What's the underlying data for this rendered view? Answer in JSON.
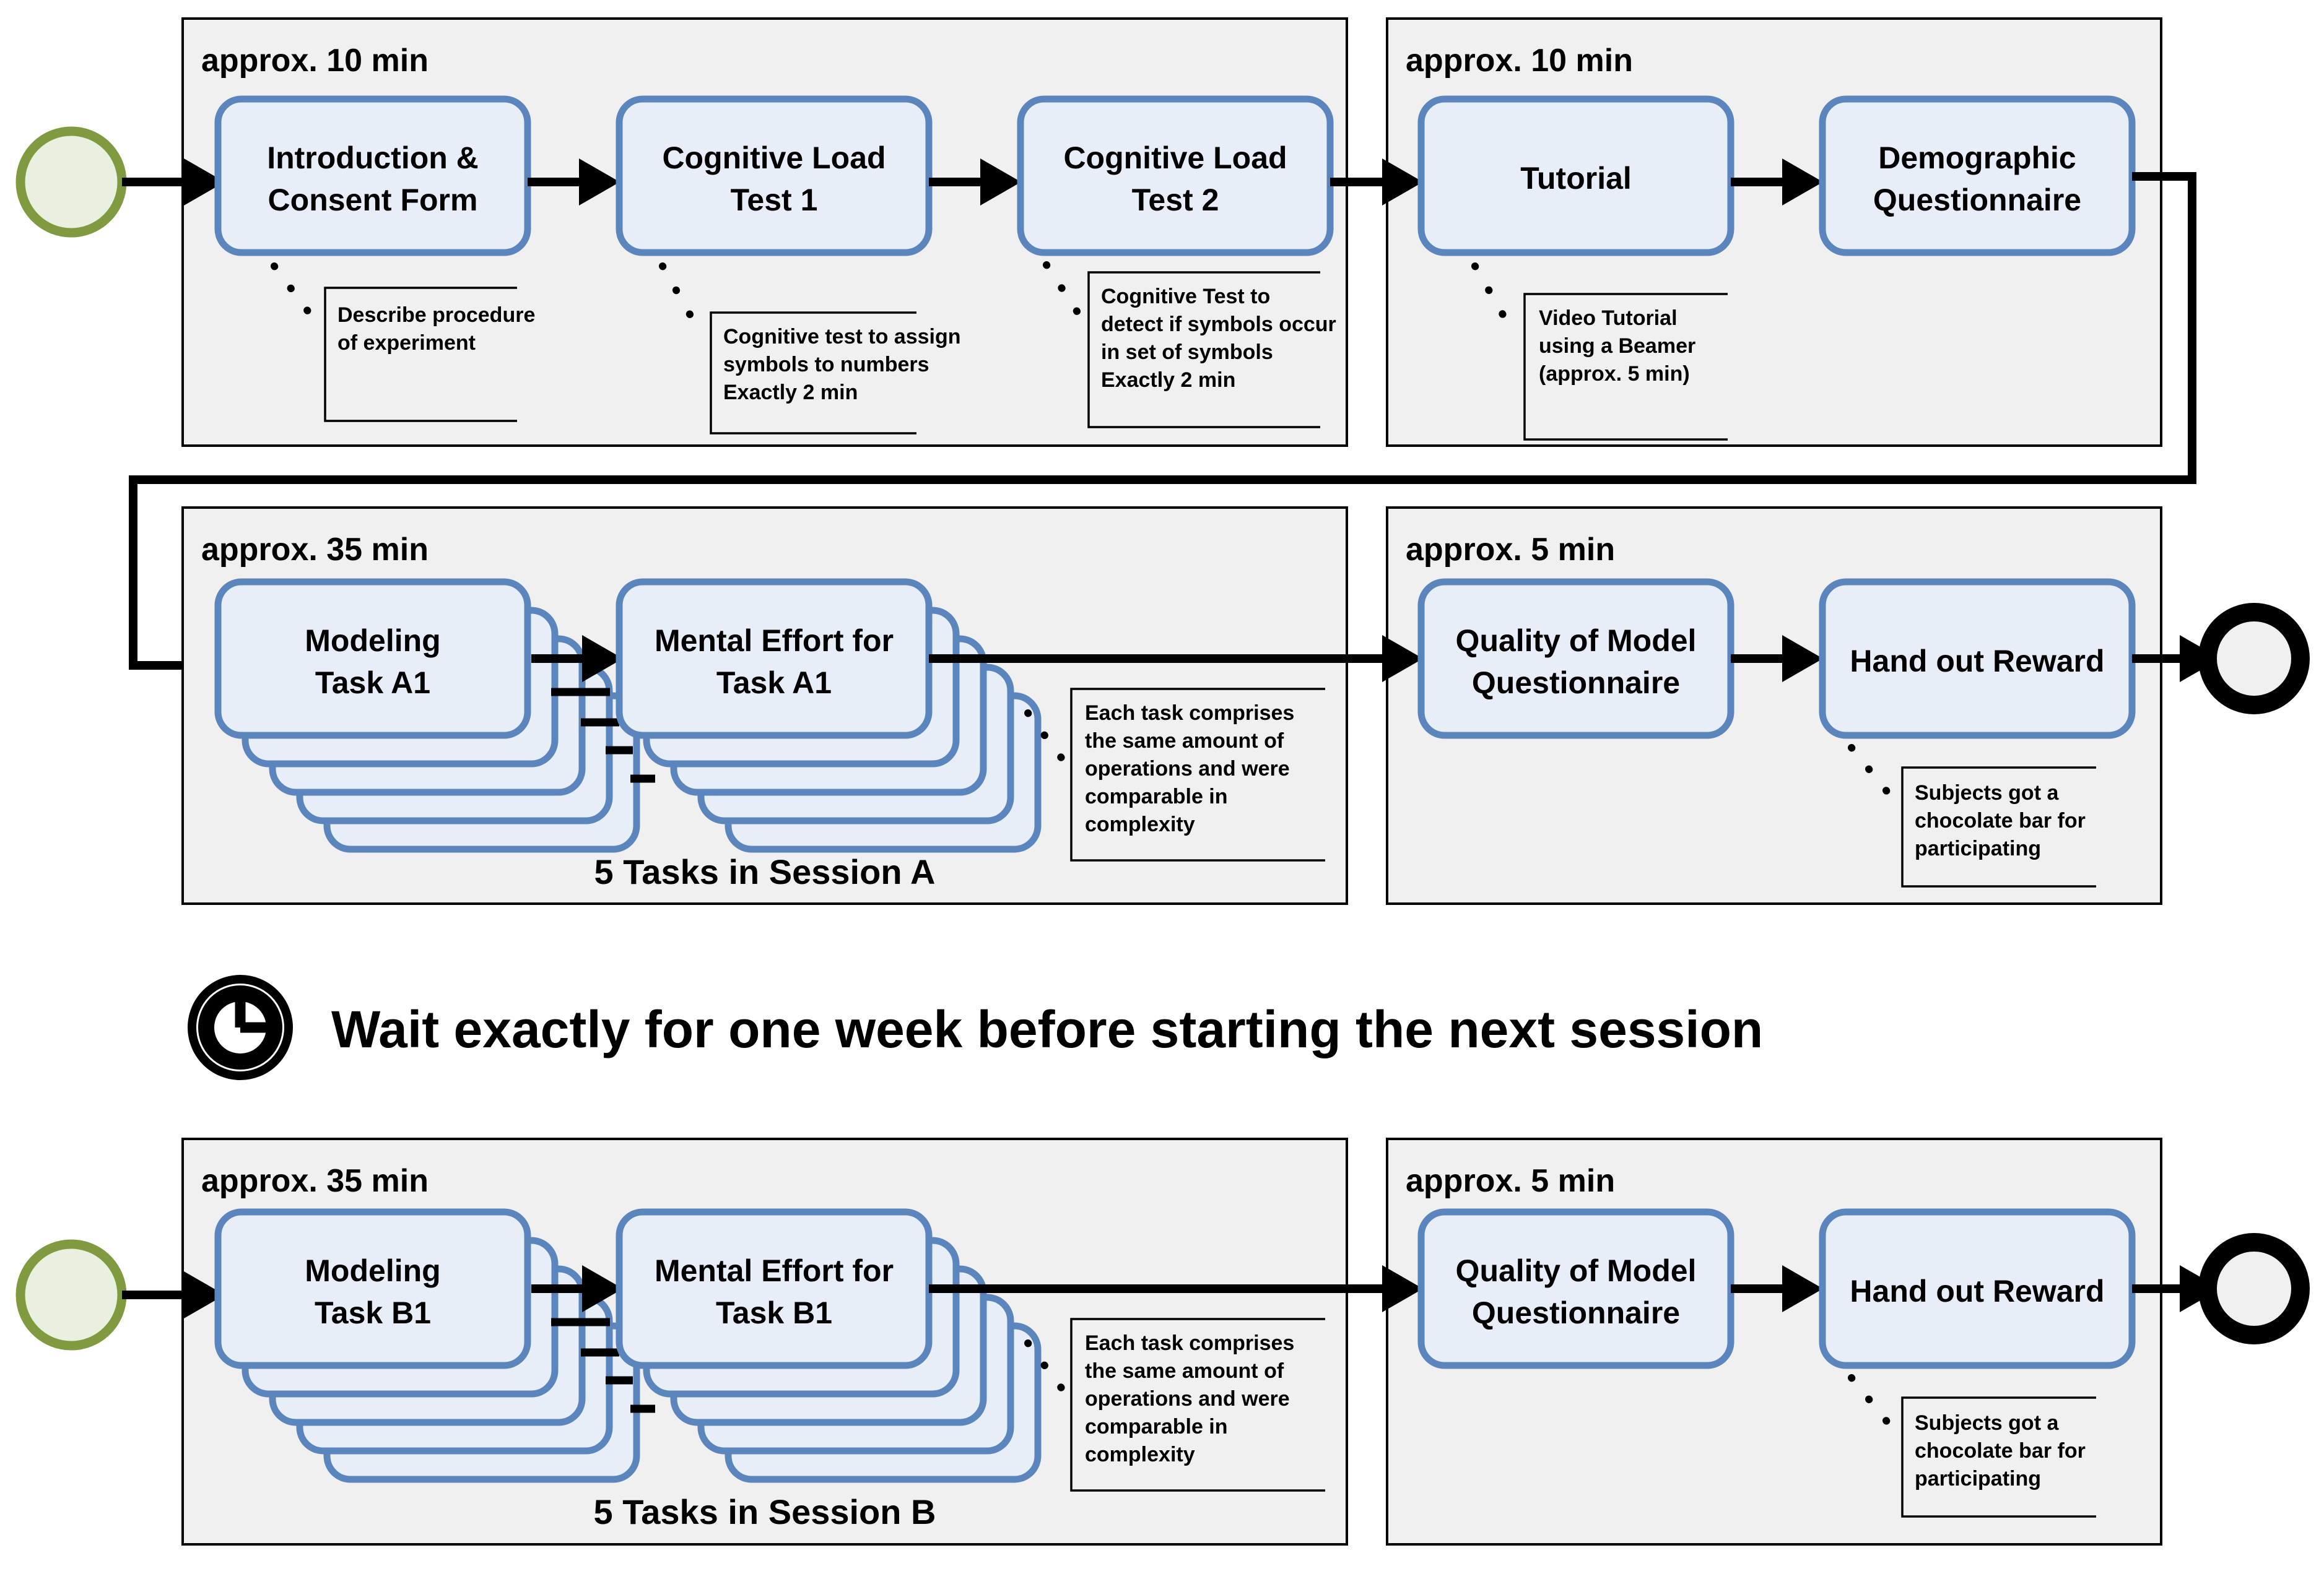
{
  "diagram": {
    "title": "Experiment procedure BPMN diagram",
    "colors": {
      "panel_fill": "#f0f0f0",
      "panel_stroke": "#000000",
      "task_fill": "#e8eef8",
      "task_stroke": "#5b85bd",
      "start_event_fill": "#eaf0e0",
      "start_event_stroke": "#7f9a3f",
      "end_event_fill": "#f0f0f0",
      "end_event_stroke": "#000000",
      "flow_stroke": "#000000"
    }
  },
  "panels": [
    {
      "id": "panel-1",
      "duration_label": "approx. 10 min"
    },
    {
      "id": "panel-2",
      "duration_label": "approx. 10 min"
    },
    {
      "id": "panel-3",
      "duration_label": "approx. 35 min",
      "session_label": "5 Tasks in Session A"
    },
    {
      "id": "panel-4",
      "duration_label": "approx. 5 min"
    },
    {
      "id": "panel-5",
      "duration_label": "approx. 35 min",
      "session_label": "5 Tasks in Session B"
    },
    {
      "id": "panel-6",
      "duration_label": "approx. 5 min"
    }
  ],
  "tasks": {
    "introduction": {
      "line1": "Introduction &",
      "line2": "Consent Form"
    },
    "cognitive_load_1": {
      "line1": "Cognitive Load",
      "line2": "Test 1"
    },
    "cognitive_load_2": {
      "line1": "Cognitive Load",
      "line2": "Test 2"
    },
    "tutorial": {
      "line1": "Tutorial",
      "line2": ""
    },
    "demographic": {
      "line1": "Demographic",
      "line2": "Questionnaire"
    },
    "modeling_a1": {
      "line1": "Modeling",
      "line2": "Task A1"
    },
    "mental_effort_a1": {
      "line1": "Mental Effort for",
      "line2": "Task A1"
    },
    "quality_a": {
      "line1": "Quality of Model",
      "line2": "Questionnaire"
    },
    "reward_a": {
      "line1": "Hand out Reward",
      "line2": ""
    },
    "modeling_b1": {
      "line1": "Modeling",
      "line2": "Task B1"
    },
    "mental_effort_b1": {
      "line1": "Mental Effort for",
      "line2": "Task B1"
    },
    "quality_b": {
      "line1": "Quality of Model",
      "line2": "Questionnaire"
    },
    "reward_b": {
      "line1": "Hand out Reward",
      "line2": ""
    }
  },
  "notes": {
    "introduction_note": [
      "Describe procedure",
      "of experiment"
    ],
    "cognitive_1_note": [
      "Cognitive test to assign",
      "symbols to numbers",
      "Exactly 2 min"
    ],
    "cognitive_2_note": [
      "Cognitive Test to",
      "detect if symbols occur",
      "in set of symbols",
      "Exactly 2 min"
    ],
    "tutorial_note": [
      "Video Tutorial",
      "using a Beamer",
      "(approx. 5 min)"
    ],
    "task_note_a": [
      "Each task comprises",
      "the same amount of",
      "operations and were",
      "comparable in",
      "complexity"
    ],
    "reward_note_a": [
      "Subjects got a",
      "chocolate bar for",
      "participating"
    ],
    "task_note_b": [
      "Each task comprises",
      "the same amount of",
      "operations and were",
      "comparable in",
      "complexity"
    ],
    "reward_note_b": [
      "Subjects got a",
      "chocolate bar for",
      "participating"
    ]
  },
  "wait_banner": {
    "text": "Wait exactly for one week before starting the next session",
    "icon": "timer-clock-icon"
  }
}
